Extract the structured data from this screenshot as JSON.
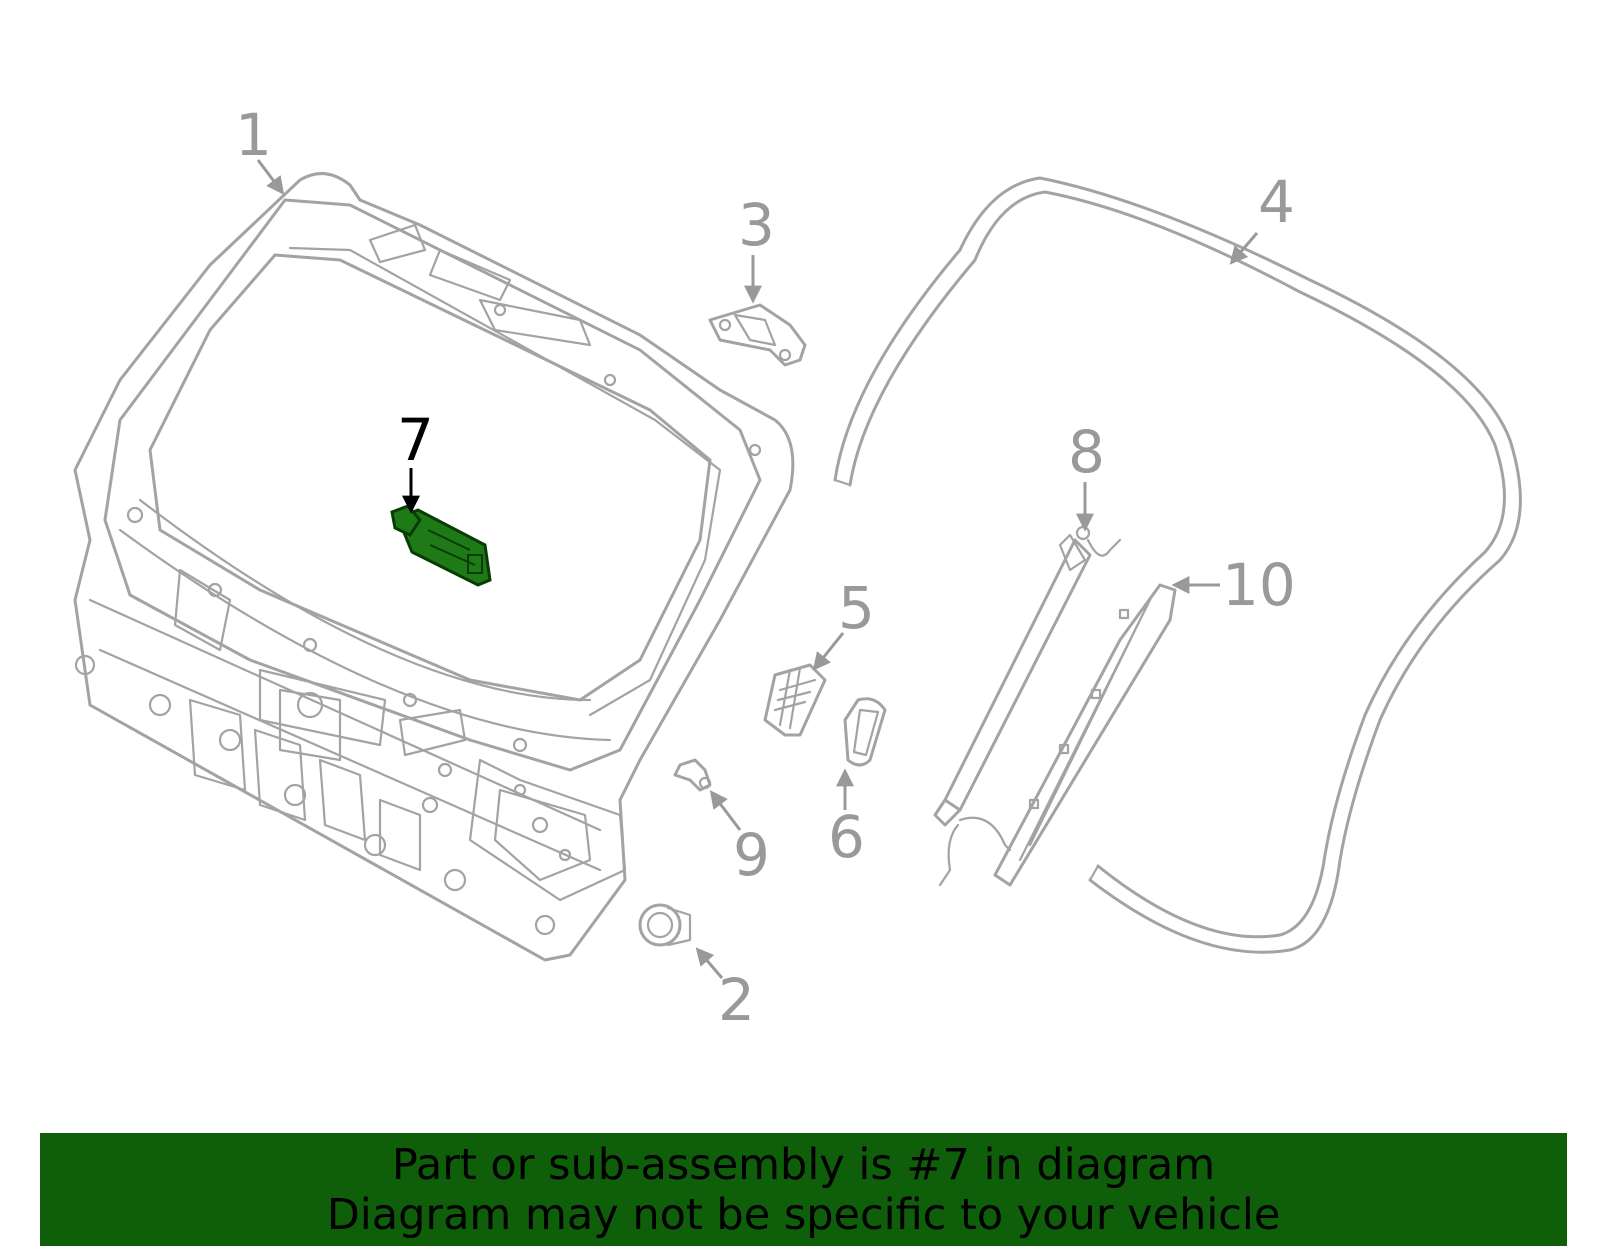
{
  "diagram": {
    "highlighted_part": "7",
    "highlight_color": "#1e7a17",
    "line_color": "#a3a3a3",
    "callouts": [
      {
        "id": "1",
        "label": "1"
      },
      {
        "id": "2",
        "label": "2"
      },
      {
        "id": "3",
        "label": "3"
      },
      {
        "id": "4",
        "label": "4"
      },
      {
        "id": "5",
        "label": "5"
      },
      {
        "id": "6",
        "label": "6"
      },
      {
        "id": "7",
        "label": "7"
      },
      {
        "id": "8",
        "label": "8"
      },
      {
        "id": "9",
        "label": "9"
      },
      {
        "id": "10",
        "label": "10"
      }
    ]
  },
  "banner": {
    "background": "#0f5e0a",
    "line1": "Part or sub-assembly is #7 in diagram",
    "line2": "Diagram may not be specific to your vehicle"
  }
}
